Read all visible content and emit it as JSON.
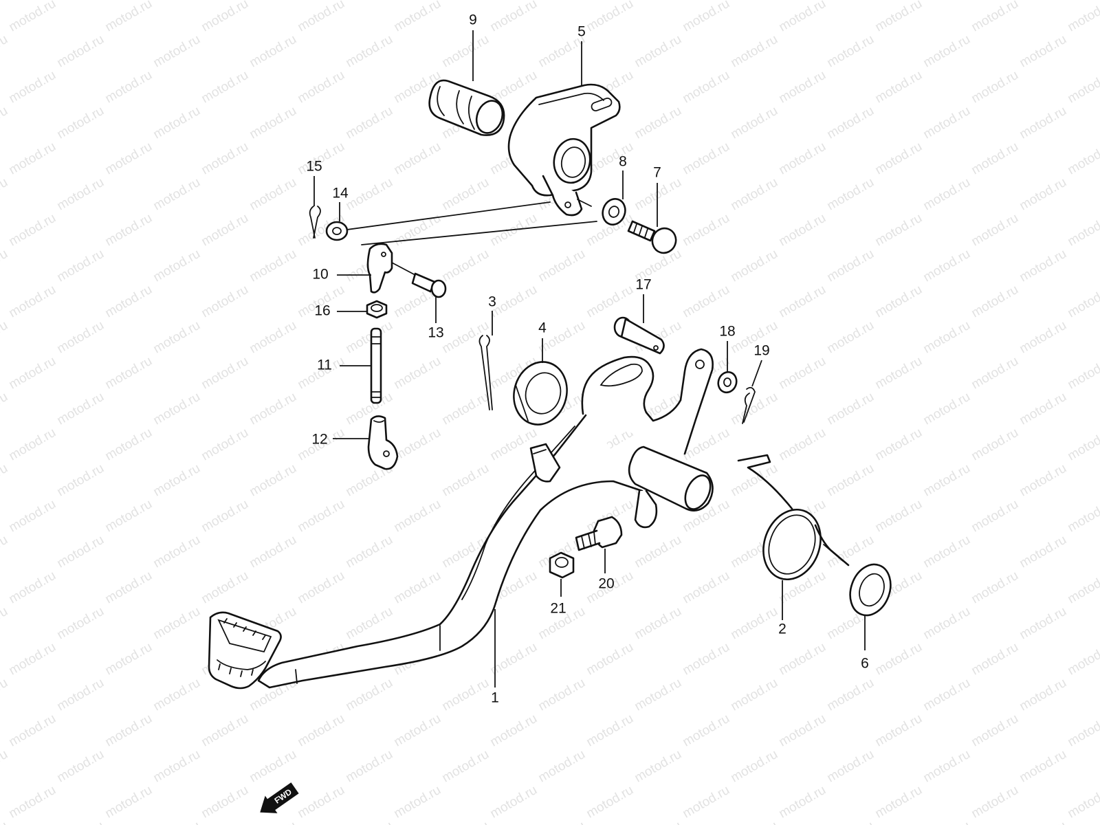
{
  "watermark": {
    "text": "motod.ru",
    "color": "#e2e2e2"
  },
  "diagram": {
    "stroke_color": "#111111",
    "direction_badge": {
      "text": "FWD",
      "icon": "forward-arrow-icon"
    },
    "callouts": [
      {
        "id": "c1",
        "text": "1"
      },
      {
        "id": "c2",
        "text": "2"
      },
      {
        "id": "c3",
        "text": "3"
      },
      {
        "id": "c4",
        "text": "4"
      },
      {
        "id": "c5",
        "text": "5"
      },
      {
        "id": "c6",
        "text": "6"
      },
      {
        "id": "c7",
        "text": "7"
      },
      {
        "id": "c8",
        "text": "8"
      },
      {
        "id": "c9",
        "text": "9"
      },
      {
        "id": "c10",
        "text": "10"
      },
      {
        "id": "c11",
        "text": "11"
      },
      {
        "id": "c12",
        "text": "12"
      },
      {
        "id": "c13",
        "text": "13"
      },
      {
        "id": "c14",
        "text": "14"
      },
      {
        "id": "c15",
        "text": "15"
      },
      {
        "id": "c16",
        "text": "16"
      },
      {
        "id": "c17",
        "text": "17"
      },
      {
        "id": "c18",
        "text": "18"
      },
      {
        "id": "c19",
        "text": "19"
      },
      {
        "id": "c20",
        "text": "20"
      },
      {
        "id": "c21",
        "text": "21"
      }
    ]
  }
}
